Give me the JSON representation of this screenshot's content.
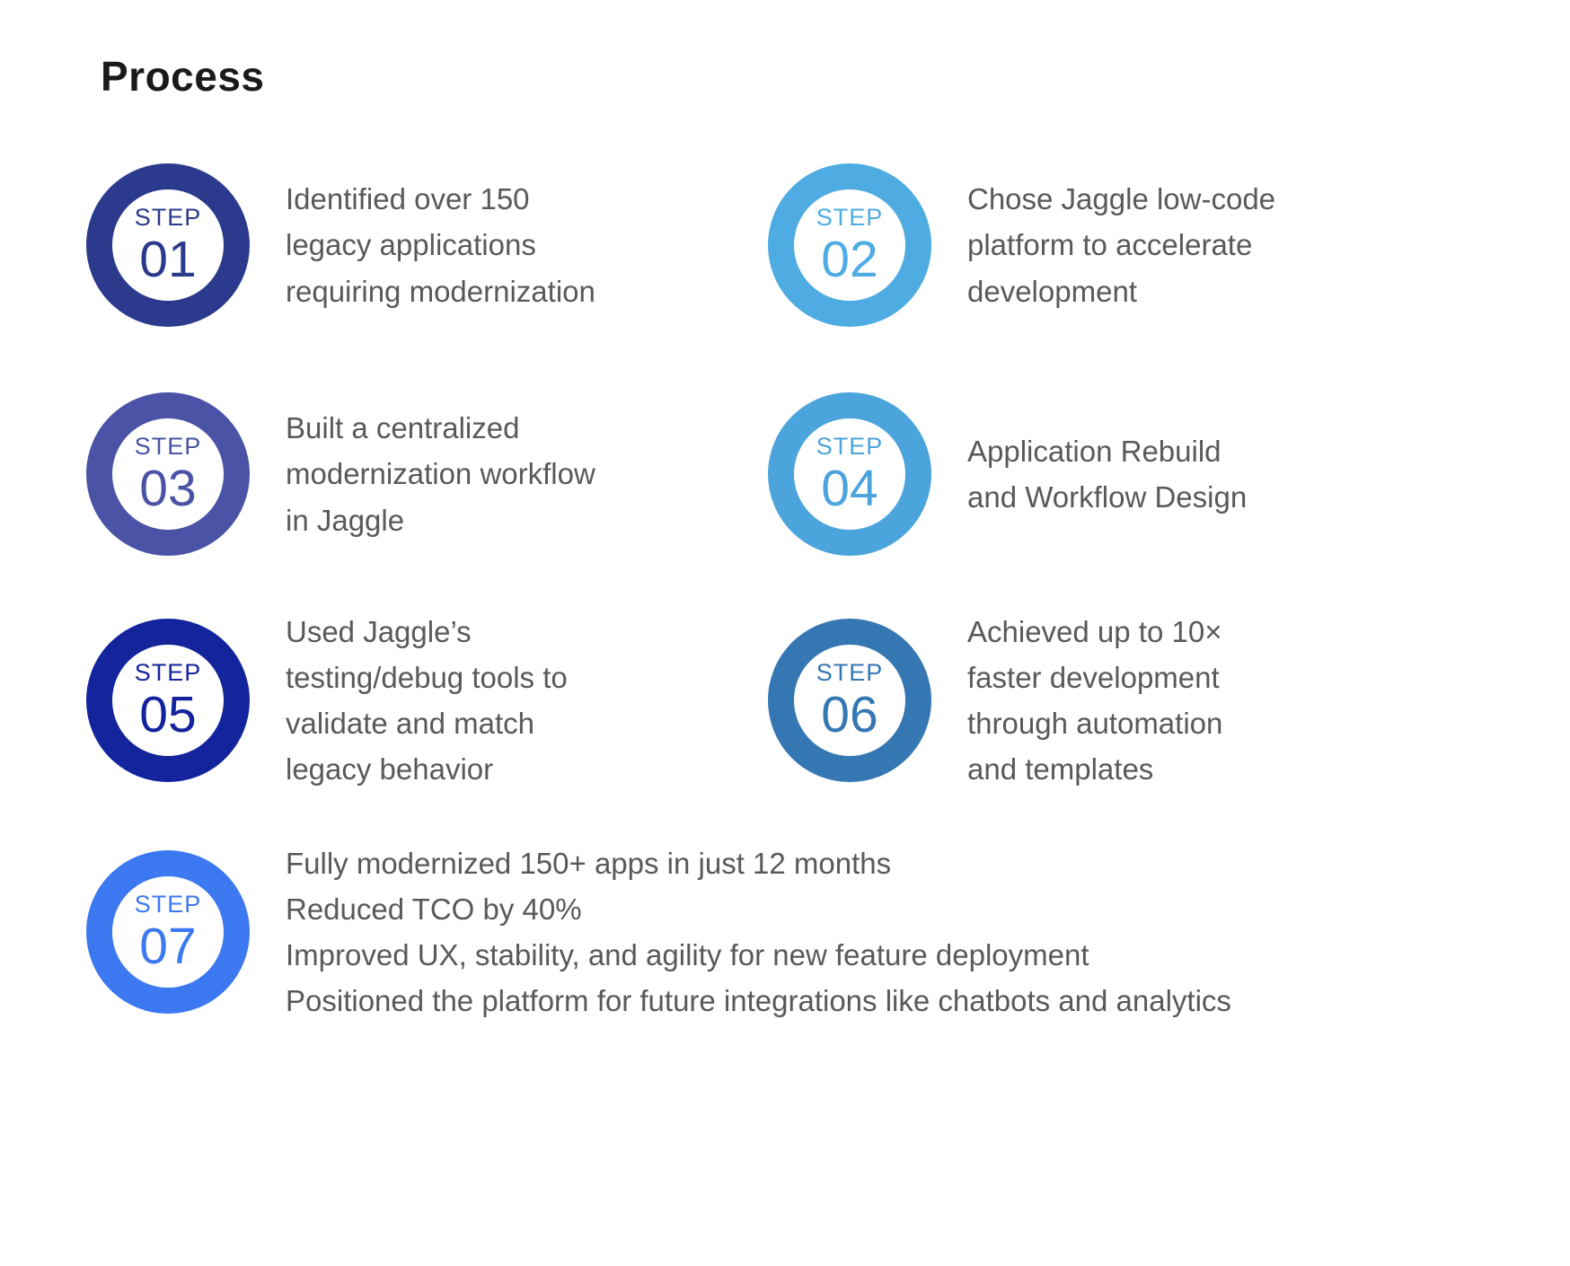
{
  "page": {
    "title": "Process",
    "background": "#ffffff",
    "title_color": "#1a1a1a",
    "description_text_color": "#58595b"
  },
  "steps": [
    {
      "label": "STEP",
      "number": "01",
      "color": "#2b3a8c",
      "lines": [
        "Identified over 150",
        "legacy applications",
        "requiring modernization"
      ]
    },
    {
      "label": "STEP",
      "number": "02",
      "color": "#4face3",
      "lines": [
        "Chose Jaggle low-code",
        "platform to accelerate",
        "development"
      ]
    },
    {
      "label": "STEP",
      "number": "03",
      "color": "#4a53a6",
      "lines": [
        "Built a centralized",
        "modernization workflow",
        "in Jaggle"
      ]
    },
    {
      "label": "STEP",
      "number": "04",
      "color": "#4ba4dc",
      "lines": [
        "Application Rebuild",
        "and Workflow Design"
      ]
    },
    {
      "label": "STEP",
      "number": "05",
      "color": "#14249c",
      "lines": [
        "Used Jaggle’s",
        "testing/debug tools to",
        "validate and match",
        "legacy behavior"
      ]
    },
    {
      "label": "STEP",
      "number": "06",
      "color": "#3477b3",
      "lines": [
        "Achieved up to 10×",
        "faster development",
        "through automation",
        "and templates"
      ]
    },
    {
      "label": "STEP",
      "number": "07",
      "color": "#3c79f0",
      "lines": [
        "Fully modernized 150+ apps in just 12 months",
        "Reduced TCO by 40%",
        "Improved UX, stability, and agility for new feature deployment",
        "Positioned the platform for future integrations like chatbots and analytics"
      ]
    }
  ]
}
